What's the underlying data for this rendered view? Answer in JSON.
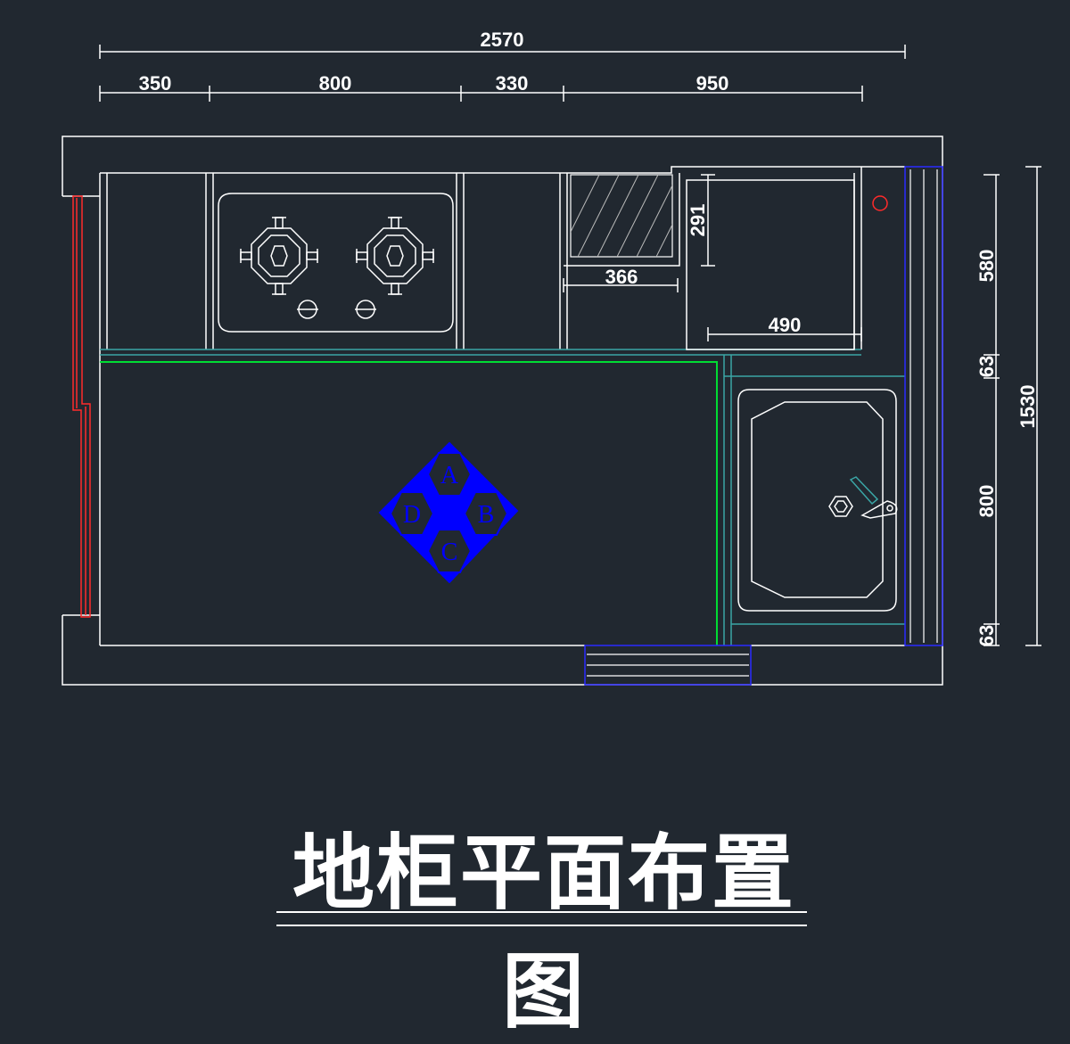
{
  "title": "地柜平面布置图",
  "dimensions": {
    "top_total": "2570",
    "top_segments": [
      "350",
      "800",
      "330",
      "950"
    ],
    "sink_width": "366",
    "sink_depth": "291",
    "corner_depth": "490",
    "right_segments": [
      "580",
      "63",
      "800",
      "63"
    ],
    "right_total": "1530"
  },
  "zones": [
    "A",
    "B",
    "C",
    "D"
  ],
  "colors": {
    "background": "#212830",
    "line": "#ffffff",
    "window": "#ff2a2a",
    "zone": "#0000ff",
    "countertop": "#00dd33",
    "cabinet_edge": "#3aa6a6"
  }
}
